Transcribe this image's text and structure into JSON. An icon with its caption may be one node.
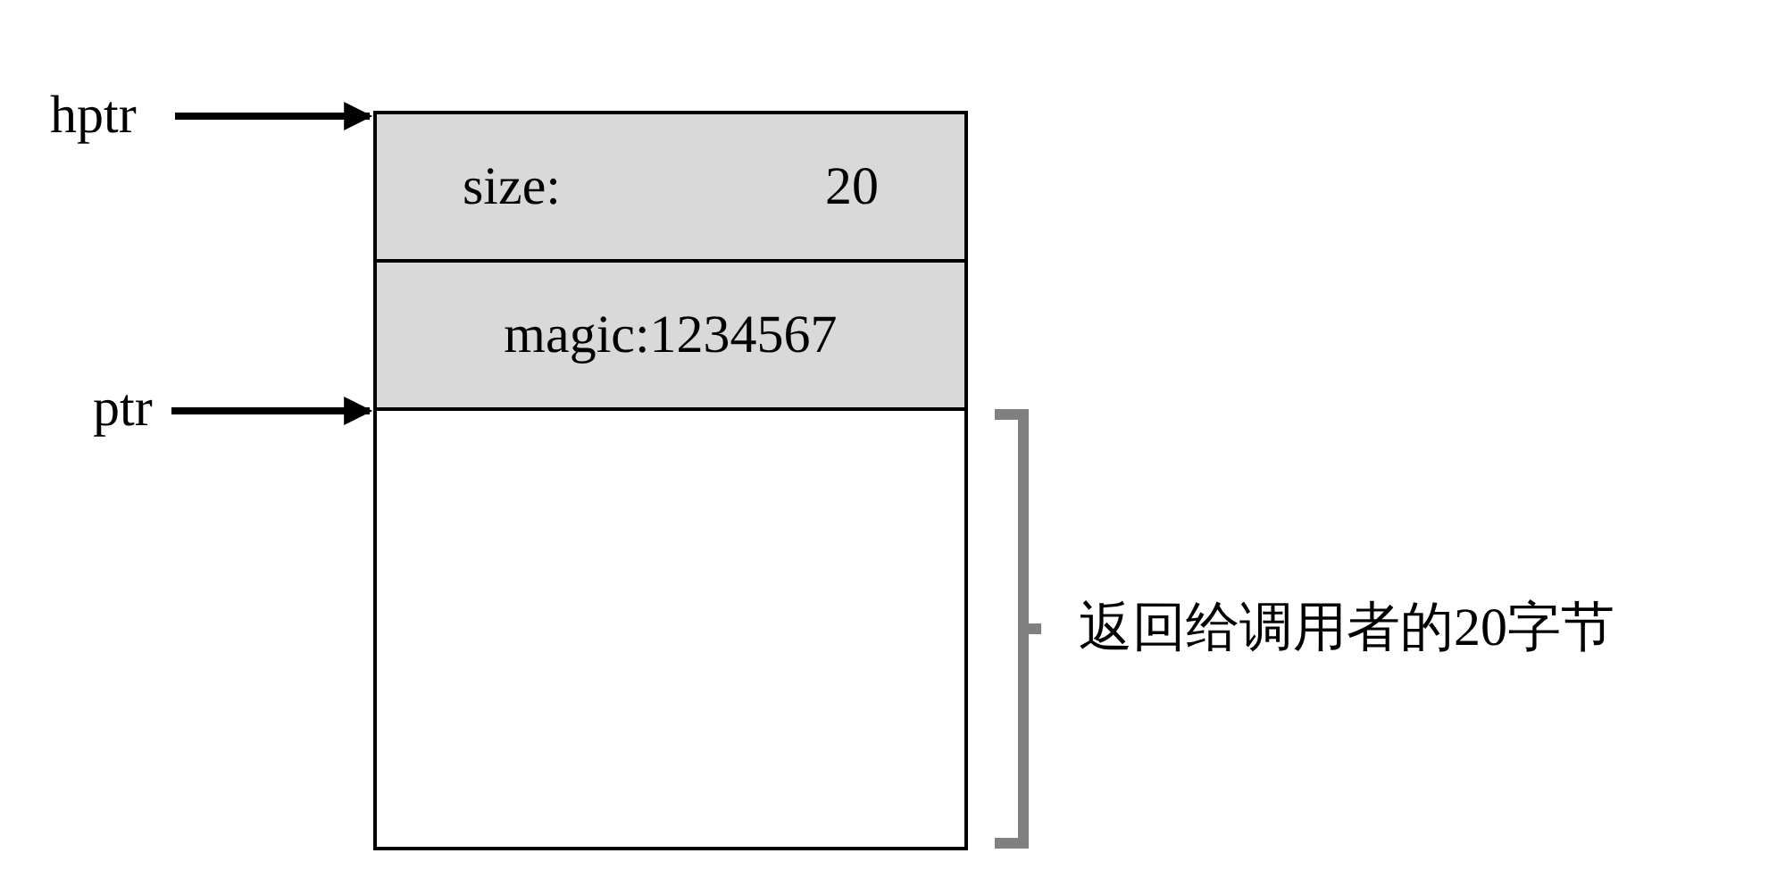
{
  "diagram": {
    "nodes": [
      {
        "text": [
          "hptr"
        ]
      },
      {
        "text": [
          "size:",
          "20"
        ]
      },
      {
        "text": [
          "magic:1234567"
        ]
      },
      {
        "text": [
          "ptr"
        ]
      },
      {
        "text": [],
        "shape": "box"
      }
    ],
    "edges": [
      {
        "from": 0,
        "to": 1,
        "arrow": "to"
      },
      {
        "from": 3,
        "to": 4,
        "arrow": "to"
      }
    ],
    "labels": [
      "返回给调用者的20字节"
    ]
  }
}
